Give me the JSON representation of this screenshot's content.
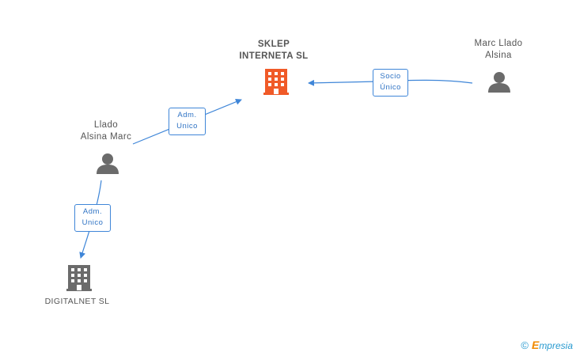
{
  "nodes": {
    "sklep": {
      "line1": "SKLEP",
      "line2": "INTERNETA SL"
    },
    "marc": {
      "line1": "Marc Llado",
      "line2": "Alsina"
    },
    "llado": {
      "line1": "Llado",
      "line2": "Alsina Marc"
    },
    "digitalnet": {
      "line1": "DIGITALNET SL"
    }
  },
  "edges": {
    "socio": {
      "line1": "Socio",
      "line2": "Único"
    },
    "adm1": {
      "line1": "Adm.",
      "line2": "Unico"
    },
    "adm2": {
      "line1": "Adm.",
      "line2": "Unico"
    }
  },
  "watermark": {
    "copyright": "©",
    "brand_initial": "E",
    "brand_rest": "mpresia"
  },
  "colors": {
    "edge": "#3f86d8",
    "company_highlight": "#f05a28",
    "company": "#6b6b6b",
    "person": "#6b6b6b"
  }
}
